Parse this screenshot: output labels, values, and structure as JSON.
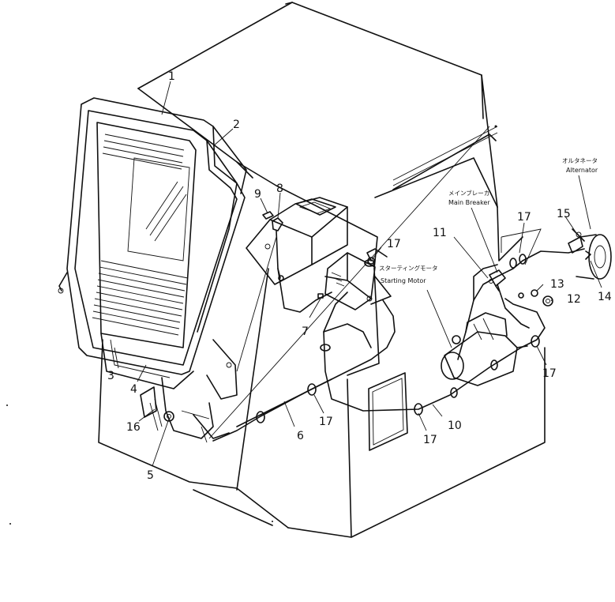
{
  "captions": {
    "alternator_jp": "オルタネータ",
    "alternator_en": "Alternator",
    "main_breaker_jp": "メインブレーカ",
    "main_breaker_en": "Main Breaker",
    "starting_motor_jp": "スターティングモータ",
    "starting_motor_en": "Starting Motor"
  },
  "callouts": {
    "c1": "1",
    "c2": "2",
    "c3": "3",
    "c4": "4",
    "c5": "5",
    "c6": "6",
    "c7": "7",
    "c8": "8",
    "c9": "9",
    "c10": "10",
    "c11": "11",
    "c12": "12",
    "c13": "13",
    "c14": "14",
    "c15": "15",
    "c16": "16",
    "c17a": "17",
    "c17b": "17",
    "c17c": "17",
    "c17d": "17",
    "c17e": "17"
  }
}
